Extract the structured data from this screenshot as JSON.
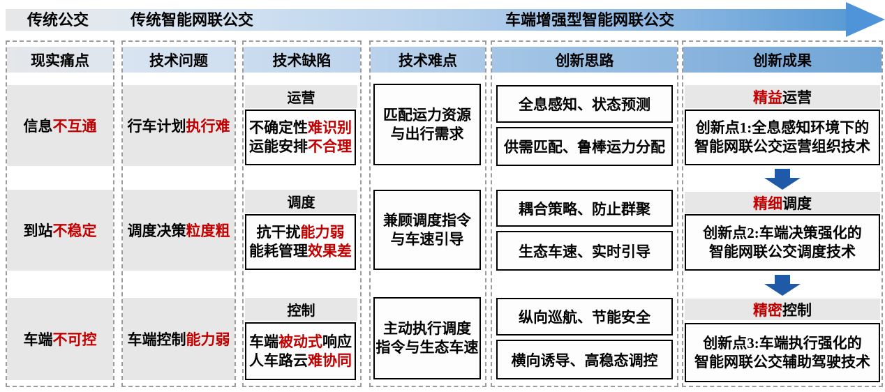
{
  "banner": {
    "stages": [
      "传统公交",
      "传统智能网联公交",
      "车端增强型智能网联公交"
    ]
  },
  "columns": [
    {
      "header": "现实痛点",
      "rows": [
        {
          "parts": [
            {
              "text": "信息",
              "color": "black"
            },
            {
              "text": "不互通",
              "color": "red"
            }
          ]
        },
        {
          "parts": [
            {
              "text": "到站",
              "color": "black"
            },
            {
              "text": "不稳定",
              "color": "red"
            }
          ]
        },
        {
          "parts": [
            {
              "text": "车端",
              "color": "black"
            },
            {
              "text": "不可控",
              "color": "red"
            }
          ]
        }
      ]
    },
    {
      "header": "技术问题",
      "rows": [
        {
          "parts": [
            {
              "text": "行车计划",
              "color": "black"
            },
            {
              "text": "执行难",
              "color": "red"
            }
          ]
        },
        {
          "parts": [
            {
              "text": "调度决策",
              "color": "black"
            },
            {
              "text": "粒度粗",
              "color": "red"
            }
          ]
        },
        {
          "parts": [
            {
              "text": "车端控制",
              "color": "black"
            },
            {
              "text": "能力弱",
              "color": "red"
            }
          ]
        }
      ]
    },
    {
      "header": "技术缺陷",
      "rows": [
        {
          "label": "运营",
          "lines": [
            {
              "parts": [
                {
                  "text": "不确定性",
                  "color": "black"
                },
                {
                  "text": "难识别",
                  "color": "red"
                }
              ]
            },
            {
              "parts": [
                {
                  "text": "运能安排",
                  "color": "black"
                },
                {
                  "text": "不合理",
                  "color": "red"
                }
              ]
            }
          ]
        },
        {
          "label": "调度",
          "lines": [
            {
              "parts": [
                {
                  "text": "抗干扰",
                  "color": "black"
                },
                {
                  "text": "能力弱",
                  "color": "red"
                }
              ]
            },
            {
              "parts": [
                {
                  "text": "能耗管理",
                  "color": "black"
                },
                {
                  "text": "效果差",
                  "color": "red"
                }
              ]
            }
          ]
        },
        {
          "label": "控制",
          "lines": [
            {
              "parts": [
                {
                  "text": "车端",
                  "color": "black"
                },
                {
                  "text": "被动式",
                  "color": "red"
                },
                {
                  "text": "响应",
                  "color": "black"
                }
              ]
            },
            {
              "parts": [
                {
                  "text": "人车路云",
                  "color": "black"
                },
                {
                  "text": "难协同",
                  "color": "red"
                }
              ]
            }
          ]
        }
      ]
    },
    {
      "header": "技术难点",
      "rows": [
        {
          "lines": [
            "匹配运力资源",
            "与出行需求"
          ]
        },
        {
          "lines": [
            "兼顾调度指令",
            "与车速引导"
          ]
        },
        {
          "lines": [
            "主动执行调度",
            "指令与生态车速"
          ]
        }
      ]
    },
    {
      "header": "创新思路",
      "rows": [
        {
          "boxes": [
            "全息感知、状态预测",
            "供需匹配、鲁棒运力分配"
          ]
        },
        {
          "boxes": [
            "耦合策略、防止群聚",
            "生态车速、实时引导"
          ]
        },
        {
          "boxes": [
            "纵向巡航、节能安全",
            "横向诱导、高稳态调控"
          ]
        }
      ]
    },
    {
      "header": "创新成果",
      "rows": [
        {
          "label_parts": [
            {
              "text": "精益",
              "color": "red"
            },
            {
              "text": "运营",
              "color": "black"
            }
          ],
          "lines": [
            "创新点1:全息感知环境下的",
            "智能网联公交运营组织技术"
          ]
        },
        {
          "label_parts": [
            {
              "text": "精细",
              "color": "red"
            },
            {
              "text": "调度",
              "color": "black"
            }
          ],
          "lines": [
            "创新点2:车端决策强化的",
            "智能网联公交调度技术"
          ]
        },
        {
          "label_parts": [
            {
              "text": "精密",
              "color": "red"
            },
            {
              "text": "控制",
              "color": "black"
            }
          ],
          "lines": [
            "创新点3:车端执行强化的",
            "智能网联公交辅助驾驶技术"
          ]
        }
      ]
    }
  ],
  "colors": {
    "emphasis_red": "#c00000",
    "flow_arrow_blue": "#1f5aa8",
    "banner_blue": "#4f94d8",
    "box_gray": "#e7e7e7"
  }
}
